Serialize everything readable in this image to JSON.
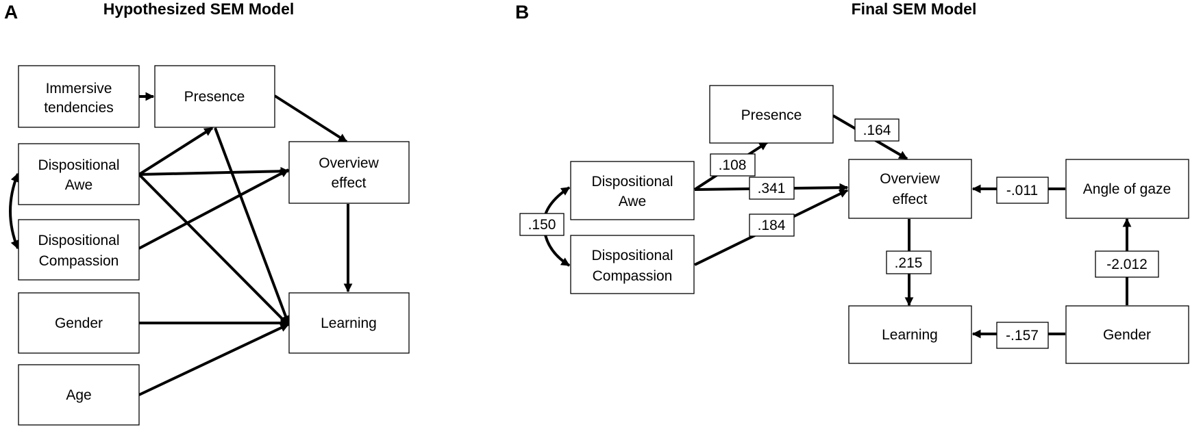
{
  "panel_a": {
    "letter": "A",
    "title": "Hypothesized SEM Model",
    "nodes": {
      "immersive": [
        "Immersive",
        "tendencies"
      ],
      "presence": [
        "Presence"
      ],
      "awe": [
        "Dispositional",
        "Awe"
      ],
      "compassion": [
        "Dispositional",
        "Compassion"
      ],
      "overview": [
        "Overview",
        "effect"
      ],
      "gender": [
        "Gender"
      ],
      "learning": [
        "Learning"
      ],
      "age": [
        "Age"
      ]
    }
  },
  "panel_b": {
    "letter": "B",
    "title": "Final SEM Model",
    "nodes": {
      "presence": [
        "Presence"
      ],
      "awe": [
        "Dispositional",
        "Awe"
      ],
      "compassion": [
        "Dispositional",
        "Compassion"
      ],
      "overview": [
        "Overview",
        "effect"
      ],
      "angle": [
        "Angle of gaze"
      ],
      "learning": [
        "Learning"
      ],
      "gender": [
        "Gender"
      ]
    },
    "coefficients": {
      "awe_compassion": ".150",
      "awe_presence": ".108",
      "presence_overview": ".164",
      "awe_overview": ".341",
      "compassion_overview": ".184",
      "angle_overview": "-.011",
      "overview_learning": ".215",
      "gender_angle": "-2.012",
      "gender_learning": "-.157"
    }
  }
}
